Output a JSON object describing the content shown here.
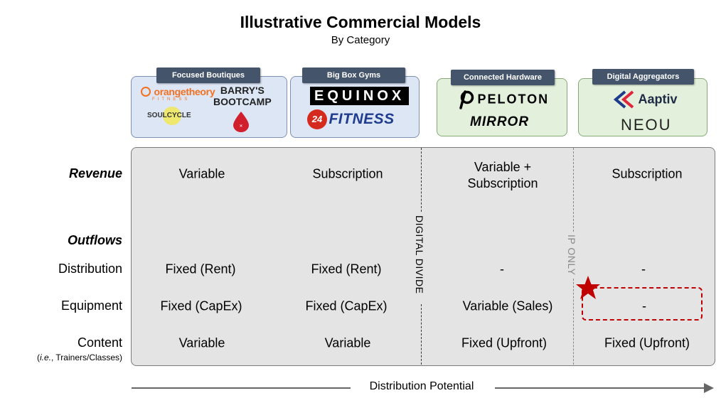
{
  "header": {
    "title": "Illustrative Commercial Models",
    "subtitle": "By Category"
  },
  "categories": [
    {
      "label": "Focused Boutiques",
      "logos": [
        "orangetheory",
        "FITNESS",
        "BARRY'S",
        "BOOTCAMP",
        "SOULCYCLE"
      ]
    },
    {
      "label": "Big Box Gyms",
      "logos": [
        "EQUINOX",
        "24",
        "FITNESS"
      ]
    },
    {
      "label": "Connected Hardware",
      "logos": [
        "PELOTON",
        "MIRROR"
      ]
    },
    {
      "label": "Digital Aggregators",
      "logos": [
        "Aaptiv",
        "NEOU"
      ]
    }
  ],
  "rows": {
    "revenue": "Revenue",
    "outflows": "Outflows",
    "distribution": "Distribution",
    "equipment": "Equipment",
    "content": "Content",
    "content_note_italic": "i.e.",
    "content_note_rest": ", Trainers/Classes)"
  },
  "cells": {
    "revenue": [
      "Variable",
      "Subscription",
      "Variable +",
      "Subscription",
      "Subscription"
    ],
    "distribution": [
      "Fixed (Rent)",
      "Fixed (Rent)",
      "-",
      "-"
    ],
    "equipment": [
      "Fixed (CapEx)",
      "Fixed (CapEx)",
      "Variable (Sales)",
      "-"
    ],
    "content": [
      "Variable",
      "Variable",
      "Fixed (Upfront)",
      "Fixed (Upfront)"
    ]
  },
  "dividers": {
    "digital_divide": "DIGITAL DIVIDE",
    "ip_only": "IP ONLY"
  },
  "axis": {
    "label": "Distribution Potential"
  },
  "colors": {
    "tab": "#44546a",
    "blue_box": "#dce6f5",
    "green_box": "#e3f1dc",
    "grid_fill": "#e4e4e4",
    "highlight": "#c00000",
    "orangetheory": "#f37021",
    "peloton": "#000000",
    "aaptiv_blue": "#1e3a8a",
    "aaptiv_red": "#e0263b"
  }
}
